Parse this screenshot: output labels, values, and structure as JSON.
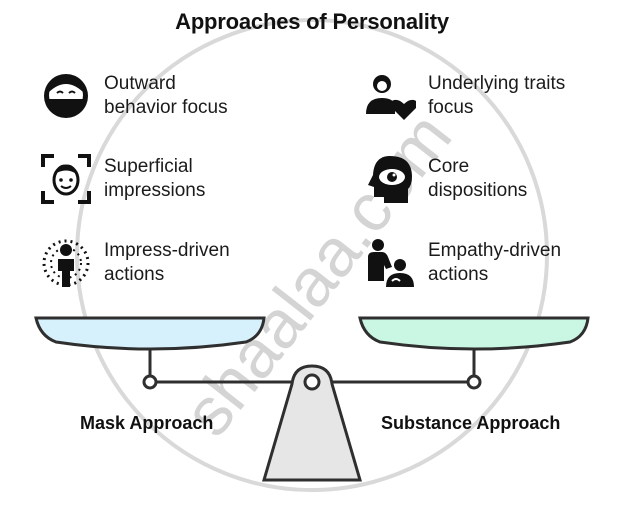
{
  "title": "Approaches of Personality",
  "left_items": [
    {
      "icon": "masked-face-icon",
      "text": "Outward\nbehavior focus"
    },
    {
      "icon": "face-scan-icon",
      "text": "Superficial\nimpressions"
    },
    {
      "icon": "dotted-person-icon",
      "text": "Impress-driven\nactions"
    }
  ],
  "right_items": [
    {
      "icon": "person-heart-icon",
      "text": "Underlying traits\nfocus"
    },
    {
      "icon": "head-eye-icon",
      "text": "Core\ndispositions"
    },
    {
      "icon": "caregiver-icon",
      "text": "Empathy-driven\nactions"
    }
  ],
  "left_label": "Mask Approach",
  "right_label": "Substance Approach",
  "watermark": "shaalaa.com",
  "colors": {
    "left_pan": "#d6f1fb",
    "right_pan": "#c9f7e3",
    "stroke": "#2f2f2f",
    "fulcrum": "#e6e6e6"
  }
}
